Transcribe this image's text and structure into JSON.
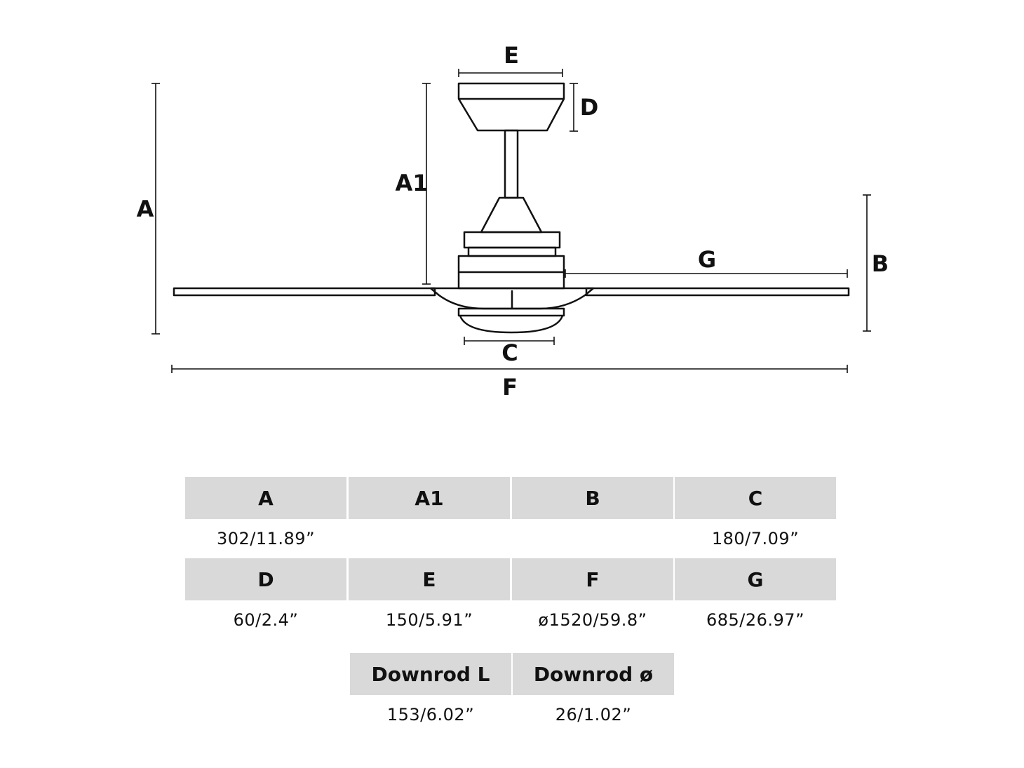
{
  "diagram": {
    "labels": {
      "A": "A",
      "A1": "A1",
      "B": "B",
      "C": "C",
      "D": "D",
      "E": "E",
      "F": "F",
      "G": "G"
    }
  },
  "table": {
    "row1": {
      "headers": [
        "A",
        "A1",
        "B",
        "C"
      ],
      "values": [
        "302/11.89”",
        "",
        "",
        "180/7.09”"
      ]
    },
    "row2": {
      "headers": [
        "D",
        "E",
        "F",
        "G"
      ],
      "values": [
        "60/2.4”",
        "150/5.91”",
        "ø1520/59.8”",
        "685/26.97”"
      ]
    },
    "row3": {
      "headers": [
        "Downrod L",
        "Downrod ø"
      ],
      "values": [
        "153/6.02”",
        "26/1.02”"
      ]
    }
  }
}
